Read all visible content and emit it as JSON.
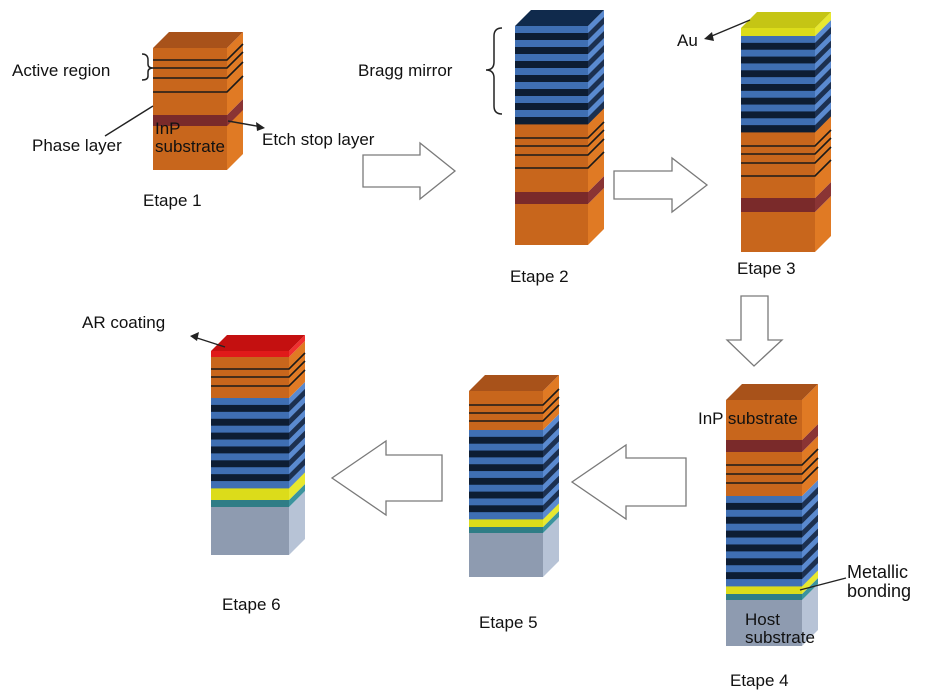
{
  "labels": {
    "active_region": "Active region",
    "phase_layer": "Phase layer",
    "inp_substrate_step1": "InP\nsubstrate",
    "etch_stop_layer": "Etch stop layer",
    "bragg_mirror": "Bragg mirror",
    "au": "Au",
    "ar_coating": "AR coating",
    "inp_substrate_step4": "InP substrate",
    "metallic_bonding": "Metallic\nbonding",
    "host_substrate": "Host\nsubstrate"
  },
  "steps": [
    "Etape 1",
    "Etape 2",
    "Etape 3",
    "Etape 4",
    "Etape 5",
    "Etape 6"
  ],
  "colors": {
    "inp": "#c8661c",
    "inp_top": "#a8521a",
    "inp_side": "#e07a24",
    "etch_stop": "#7a2a2a",
    "bragg_light": "#3f6fb3",
    "bragg_dark": "#0d1d33",
    "bragg_top": "#102a4c",
    "gold": "#dcdc1a",
    "gold_top": "#c5c514",
    "bond": "#2f7d86",
    "host": "#8e9bb0",
    "host_side": "#b7c3d6",
    "ar": "#e01a1a",
    "ar_top": "#c41010",
    "arrow_stroke": "#7a7a7a"
  }
}
